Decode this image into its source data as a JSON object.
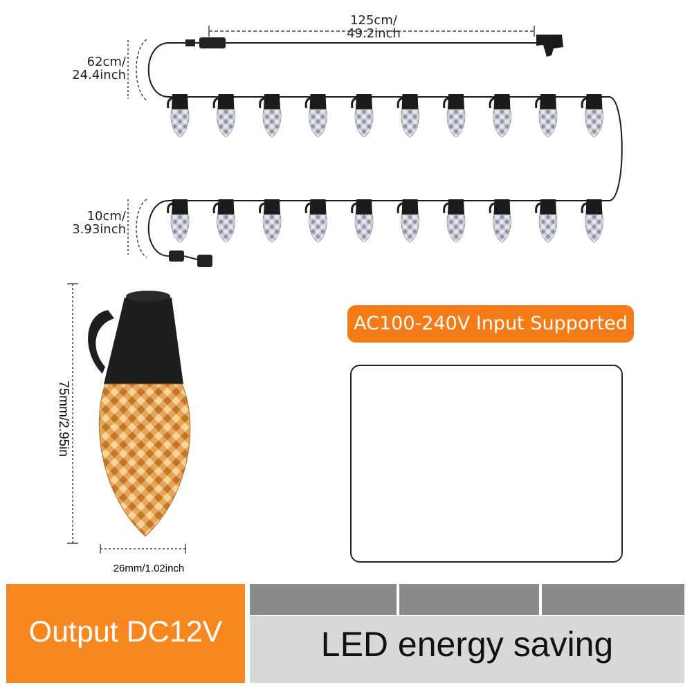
{
  "dimensions": {
    "cable_length": "125cm/\n49.2inch",
    "bulb_spacing_row": "62cm/\n24.4inch",
    "lead_length": "10cm/\n3.93inch",
    "bulb_height": "75mm/2.95in",
    "bulb_width": "26mm/1.02inch"
  },
  "badges": {
    "input": "AC100-240V Input Supported",
    "output": "Output DC12V",
    "feature": "LED energy saving"
  },
  "string_light": {
    "bulbs_per_row": 10,
    "rows": 2
  },
  "colors": {
    "accent_orange": "#f47b16",
    "bulb_warm": "#e0a860",
    "bulb_cool": "#b9bccc",
    "socket_black": "#1c1c1c",
    "gray_dark": "#8a8a8a",
    "gray_light": "#d8d8d8"
  },
  "icons": {
    "plug": "power-plug-icon",
    "adapter": "power-adapter-icon",
    "bulb": "c9-bulb-icon"
  }
}
